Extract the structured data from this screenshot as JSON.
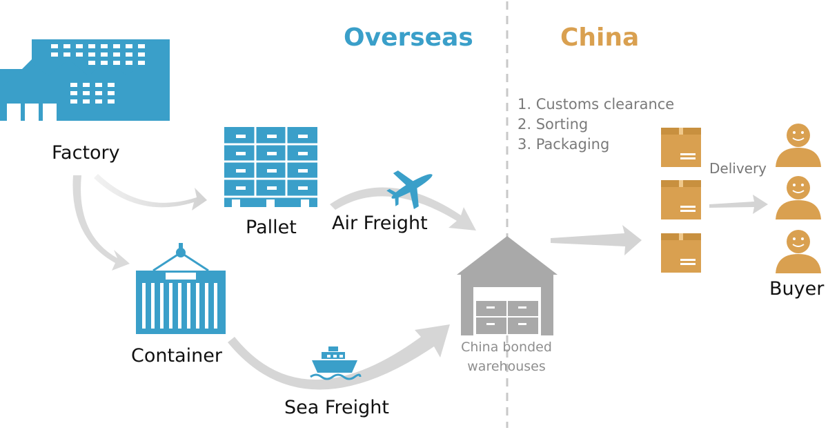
{
  "regions": {
    "overseas": "Overseas",
    "china": "China"
  },
  "nodes": {
    "factory": "Factory",
    "pallet": "Pallet",
    "container": "Container",
    "warehouse": "China bonded warehouses",
    "buyer": "Buyer"
  },
  "routes": {
    "air": "Air Freight",
    "sea": "Sea Freight",
    "delivery": "Delivery"
  },
  "steps": [
    "1. Customs clearance",
    "2. Sorting",
    "3. Packaging"
  ],
  "colors": {
    "blue": "#3a9fc9",
    "orange": "#d9a050",
    "grey": "#a9a9a9",
    "arrow": "#dcdcdc"
  }
}
